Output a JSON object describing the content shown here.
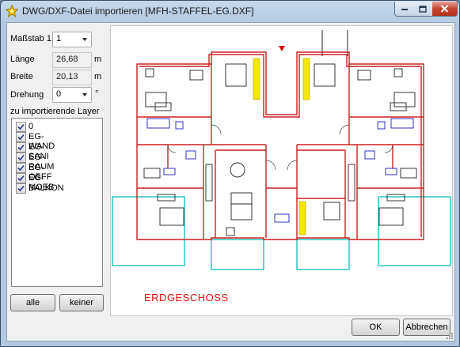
{
  "window": {
    "title": "DWG/DXF-Datei importieren [MFH-STAFFEL-EG.DXF]",
    "icon": "gear-star-icon"
  },
  "settings": {
    "scale_label": "Maßstab 1:",
    "scale_value": "1",
    "length_label": "Länge",
    "length_value": "26,68",
    "length_unit": "m",
    "width_label": "Breite",
    "width_value": "20,13",
    "width_unit": "m",
    "rotation_label": "Drehung",
    "rotation_value": "0",
    "rotation_unit": "°"
  },
  "layers": {
    "heading": "zu importierende Layer",
    "items": [
      {
        "name": "0",
        "checked": true
      },
      {
        "name": "EG-WAND",
        "checked": true
      },
      {
        "name": "EG-SANI",
        "checked": true
      },
      {
        "name": "EG-RAUM",
        "checked": true
      },
      {
        "name": "EG-OEFF",
        "checked": true
      },
      {
        "name": "EG-MOEB",
        "checked": true
      },
      {
        "name": "BALKON",
        "checked": true
      }
    ],
    "all_label": "alle",
    "none_label": "keiner"
  },
  "preview": {
    "plan_label": "ERDGESCHOSS",
    "colors": {
      "walls": "#cc2020",
      "balcony": "#20c0c0",
      "furniture": "#222222",
      "sanitary": "#3030c0",
      "stairs": "#e0d000"
    }
  },
  "footer": {
    "ok_label": "OK",
    "cancel_label": "Abbrechen"
  }
}
